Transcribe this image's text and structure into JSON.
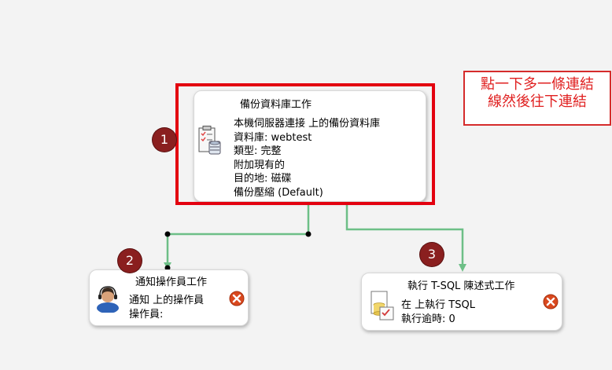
{
  "annotation": {
    "line1": "點一下多一條連結",
    "line2": "線然後往下連結"
  },
  "badges": [
    "1",
    "2",
    "3"
  ],
  "tasks": {
    "backup": {
      "title": "備份資料庫工作",
      "lines": [
        "本機伺服器連接 上的備份資料庫",
        "資料庫: webtest",
        "類型: 完整",
        "附加現有的",
        "目的地: 磁碟",
        "備份壓縮 (Default)"
      ]
    },
    "notify": {
      "title": "通知操作員工作",
      "lines": [
        "通知  上的操作員",
        "操作員:"
      ]
    },
    "tsql": {
      "title": "執行 T-SQL 陳述式工作",
      "lines": [
        "在  上執行 TSQL",
        "執行逾時: 0"
      ]
    }
  },
  "colors": {
    "connector": "#6dbf87",
    "highlight": "#e3000f",
    "badge": "#8a1f1f",
    "error": "#d9481e"
  }
}
